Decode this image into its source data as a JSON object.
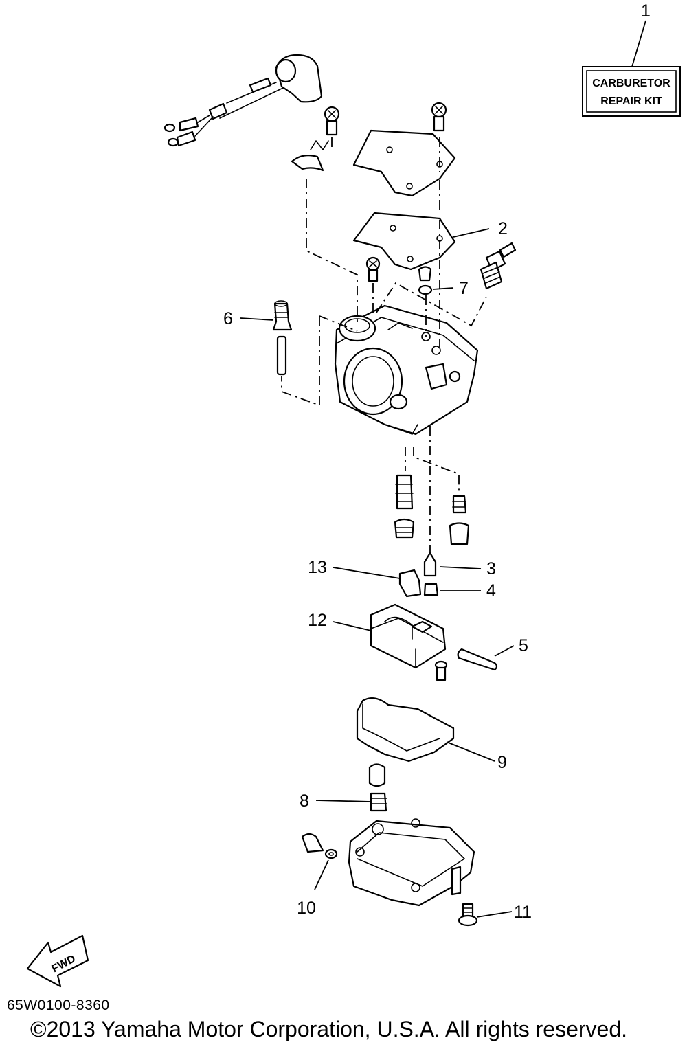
{
  "kit_label": {
    "line1": "CARBURETOR",
    "line2": "REPAIR KIT"
  },
  "fwd_label": "FWD",
  "part_code": "65W0100-8360",
  "copyright": "©2013 Yamaha Motor Corporation, U.S.A. All rights reserved.",
  "callouts": [
    "1",
    "2",
    "3",
    "4",
    "5",
    "6",
    "7",
    "8",
    "9",
    "10",
    "11",
    "12",
    "13"
  ]
}
